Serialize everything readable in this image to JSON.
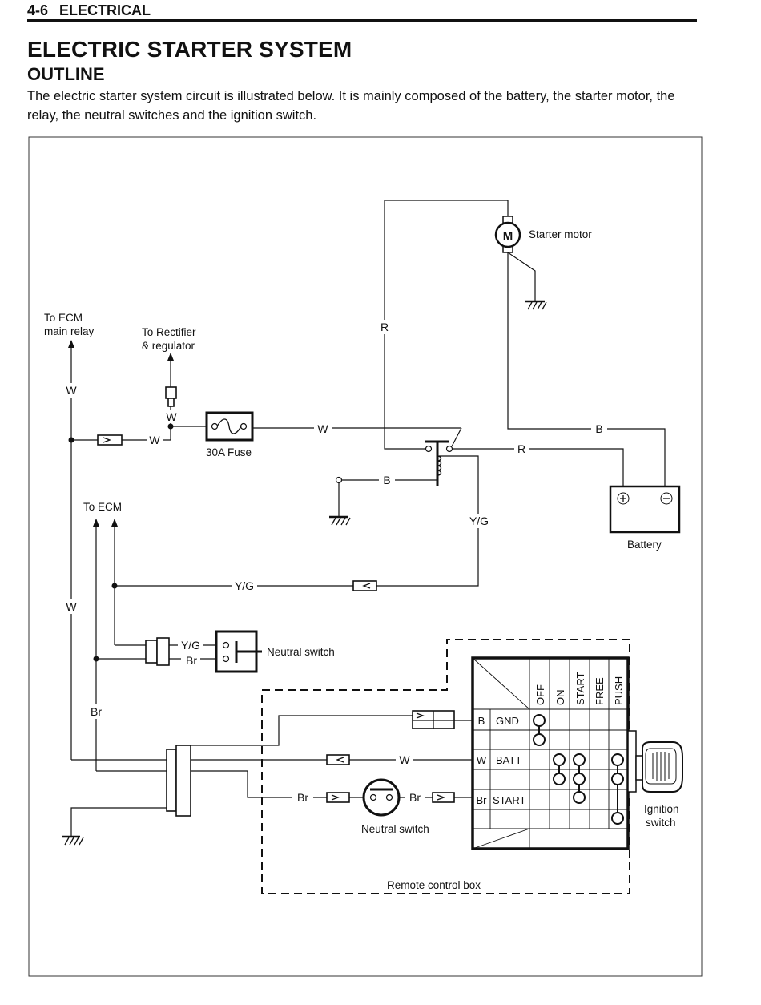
{
  "header": {
    "page_number": "4-6",
    "section": "ELECTRICAL"
  },
  "title": "ELECTRIC STARTER SYSTEM",
  "subtitle": "OUTLINE",
  "intro": "The electric starter system circuit is illustrated below. It is mainly composed of the battery, the starter motor, the relay, the neutral switches and the ignition switch.",
  "diagram": {
    "labels": {
      "to_ecm_main_relay_1": "To ECM",
      "to_ecm_main_relay_2": "main relay",
      "to_rectifier_1": "To Rectifier",
      "to_rectifier_2": "& regulator",
      "fuse": "30A Fuse",
      "starter_motor": "Starter motor",
      "motor_symbol": "M",
      "battery": "Battery",
      "to_ecm": "To ECM",
      "neutral_switch_upper": "Neutral switch",
      "neutral_switch_lower": "Neutral switch",
      "remote_control_box": "Remote control box",
      "ignition_switch_1": "Ignition",
      "ignition_switch_2": "switch"
    },
    "wires": {
      "w1": "W",
      "w2": "W",
      "w3": "W",
      "w4": "W",
      "w5": "W",
      "w6": "W",
      "r1": "R",
      "r2": "R",
      "b1": "B",
      "b2": "B",
      "yg1": "Y/G",
      "yg2": "Y/G",
      "yg3": "Y/G",
      "br1": "Br",
      "br2": "Br",
      "br3": "Br",
      "br4": "Br"
    },
    "switch_table": {
      "columns": [
        "OFF",
        "ON",
        "START",
        "FREE",
        "PUSH"
      ],
      "rows": [
        {
          "color": "B",
          "terminal": "GND"
        },
        {
          "color": "W",
          "terminal": "BATT"
        },
        {
          "color": "Br",
          "terminal": "START"
        }
      ]
    }
  }
}
